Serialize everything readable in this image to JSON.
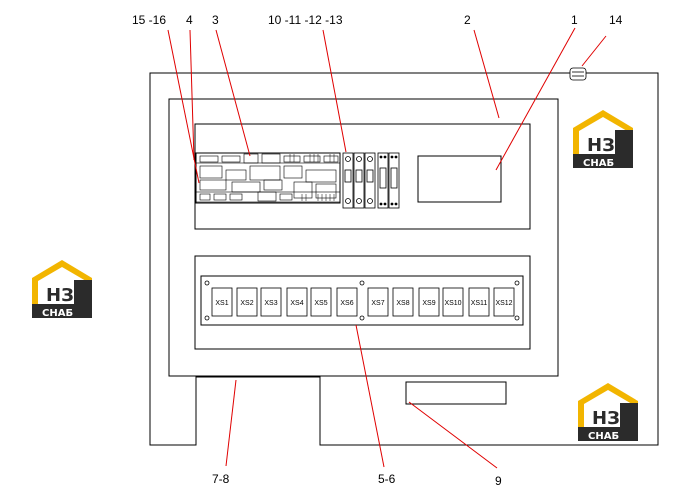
{
  "callouts": {
    "c15_16": "15 -16",
    "c4": "4",
    "c3": "3",
    "c10_13": "10 -11 -12 -13",
    "c2": "2",
    "c1": "1",
    "c14": "14",
    "c7_8": "7-8",
    "c5_6": "5-6",
    "c9": "9"
  },
  "terminals": [
    "XS1",
    "XS2",
    "XS3",
    "XS4",
    "XS5",
    "XS6",
    "XS7",
    "XS8",
    "XS9",
    "XS10",
    "XS11",
    "XS12"
  ],
  "logo": {
    "letters": "НЗ",
    "brand": "СНАБ"
  },
  "colors": {
    "leader": "#e00000",
    "line": "#000000",
    "logo_yellow": "#f2b500",
    "logo_dark": "#2b2b2b"
  }
}
